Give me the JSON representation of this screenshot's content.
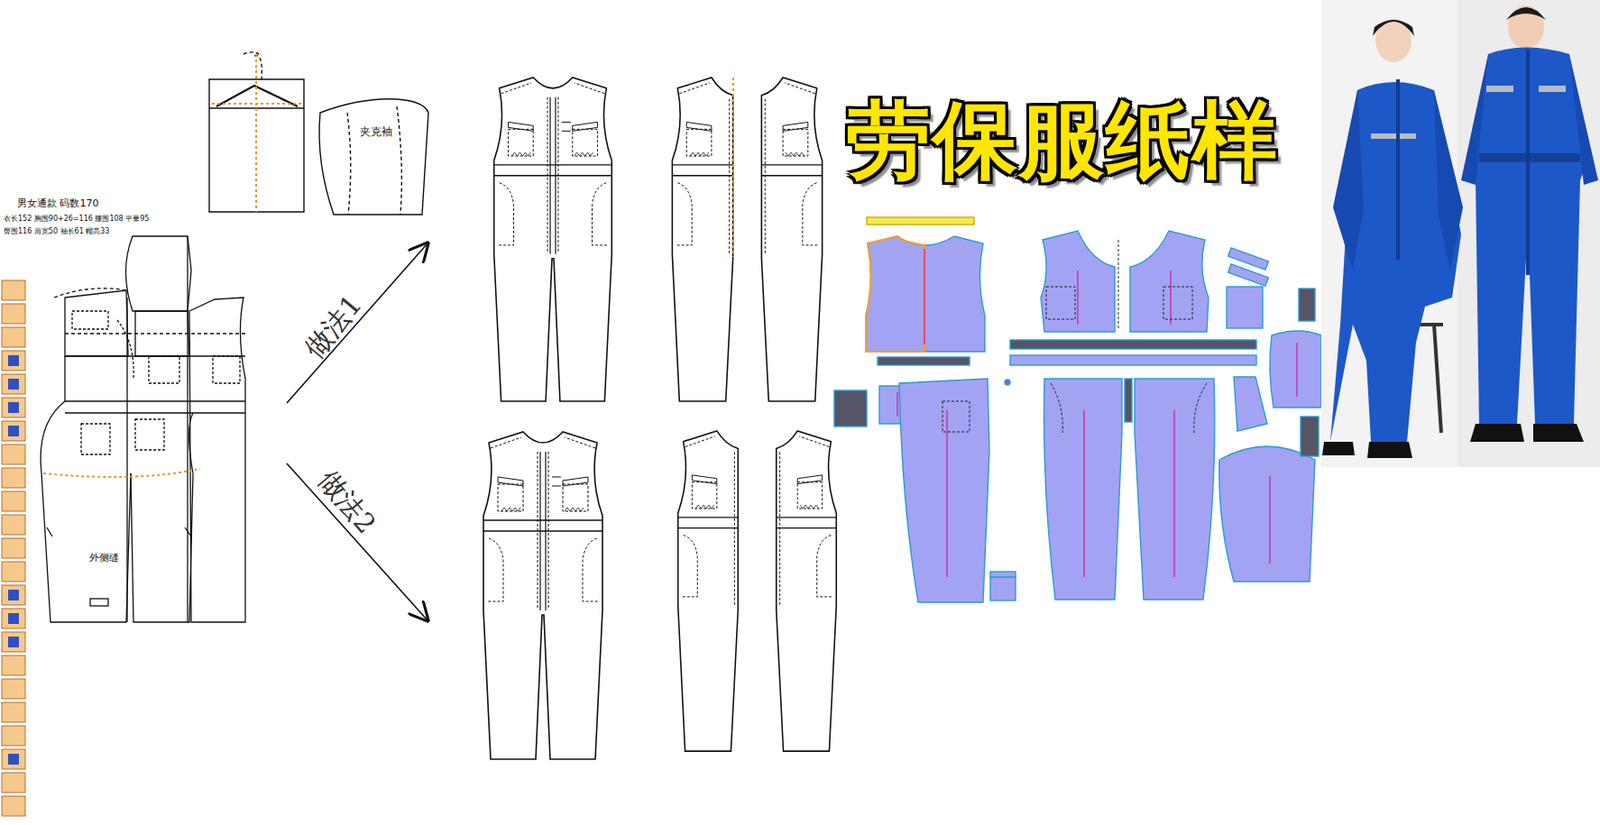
{
  "diagram": {
    "title": "劳保服纸样",
    "labels": [
      "男女通款 码数170",
      "衣长152 胸围90+26=116 腰围108 平量95",
      "臀围116 肩宽50 袖长61 帽高33",
      "夹克袖",
      "外侧缝",
      "做法1",
      "做法2"
    ]
  }
}
